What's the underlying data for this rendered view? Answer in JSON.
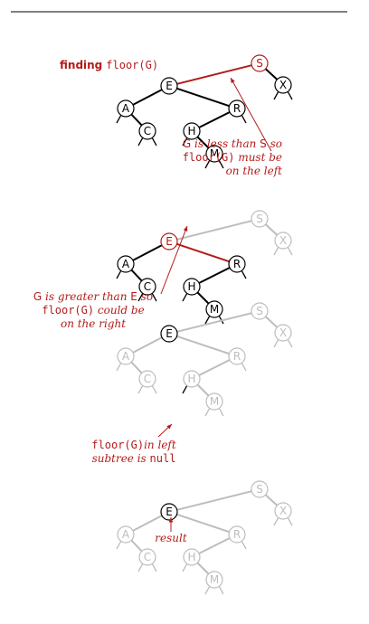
{
  "colors": {
    "active": "#000000",
    "faded": "#bdbdbd",
    "highlight": "#b31b1b",
    "rule": "#000000"
  },
  "title": {
    "bold": "finding",
    "code": "floor(G)"
  },
  "nodes": [
    "S",
    "E",
    "X",
    "A",
    "R",
    "C",
    "H",
    "M"
  ],
  "panels": [
    {
      "highlight_node": "S",
      "note": [
        [
          {
            "t": "G",
            "f": "sans"
          },
          {
            "t": " is less than ",
            "f": "serif"
          },
          {
            "t": "S",
            "f": "sans"
          },
          {
            "t": " so",
            "f": "serif"
          }
        ],
        [
          {
            "t": "floor(G)",
            "f": "mono"
          },
          {
            "t": " must be",
            "f": "serif"
          }
        ],
        [
          {
            "t": "on the left",
            "f": "serif"
          }
        ]
      ]
    },
    {
      "highlight_node": "E",
      "note": [
        [
          {
            "t": "G",
            "f": "sans"
          },
          {
            "t": " is greater than ",
            "f": "serif"
          },
          {
            "t": "E",
            "f": "sans"
          },
          {
            "t": " so",
            "f": "serif"
          }
        ],
        [
          {
            "t": "floor(G)",
            "f": "mono"
          },
          {
            "t": " could be",
            "f": "serif"
          }
        ],
        [
          {
            "t": "on the right",
            "f": "serif"
          }
        ]
      ]
    },
    {
      "highlight_node": "",
      "note": [
        [
          {
            "t": "floor(G)",
            "f": "mono"
          },
          {
            "t": "in left",
            "f": "serif"
          }
        ],
        [
          {
            "t": "subtree is ",
            "f": "serif"
          },
          {
            "t": "null",
            "f": "mono"
          }
        ]
      ]
    },
    {
      "highlight_node": "",
      "note": [
        [
          {
            "t": "result",
            "f": "serif"
          }
        ]
      ]
    }
  ]
}
